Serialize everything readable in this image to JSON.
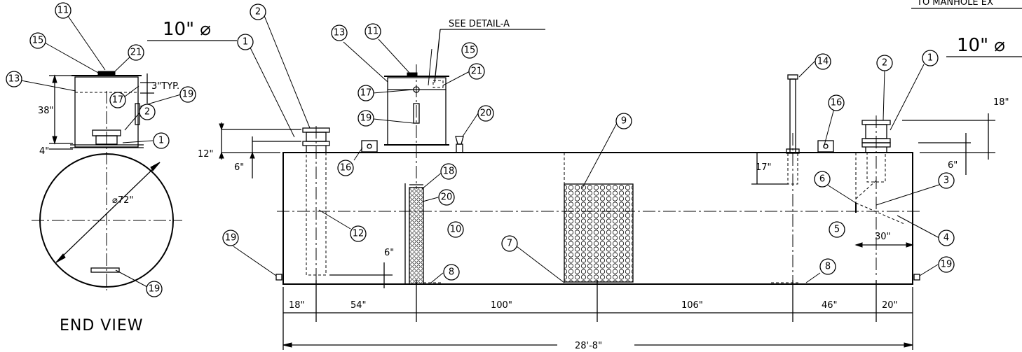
{
  "labels": {
    "top_right_cut": "TO MANHOLE EX",
    "diameter_left": "10\" ⌀",
    "diameter_right": "10\" ⌀",
    "see_detail": "SEE DETAIL-A",
    "typ_3": "3\"TYP.",
    "end_view": "END VIEW",
    "shell_diameter": "⌀72\""
  },
  "dims": {
    "d38": "38\"",
    "d4": "4\"",
    "d12": "12\"",
    "d6a": "6\"",
    "d6b": "6\"",
    "d6c": "6\"",
    "d17": "17\"",
    "d18top": "18\"",
    "d30": "30\"",
    "seg18": "18\"",
    "seg54": "54\"",
    "seg100": "100\"",
    "seg106": "106\"",
    "seg46": "46\"",
    "seg20": "20\"",
    "overall": "28'-8\""
  },
  "balloons": {
    "b1a": "1",
    "b1b": "1",
    "b1c": "1",
    "b2a": "2",
    "b2b": "2",
    "b2c": "2",
    "b3": "3",
    "b4": "4",
    "b5": "5",
    "b6": "6",
    "b7": "7",
    "b8a": "8",
    "b8b": "8",
    "b9": "9",
    "b10": "10",
    "b11a": "11",
    "b11b": "11",
    "b12": "12",
    "b13a": "13",
    "b13b": "13",
    "b14": "14",
    "b15a": "15",
    "b15b": "15",
    "b16a": "16",
    "b16b": "16",
    "b17a": "17",
    "b17b": "17",
    "b18": "18",
    "b19a": "19",
    "b19b": "19",
    "b19c": "19",
    "b19d": "19",
    "b19e": "19",
    "b20a": "20",
    "b20b": "20",
    "b21a": "21",
    "b21b": "21"
  }
}
